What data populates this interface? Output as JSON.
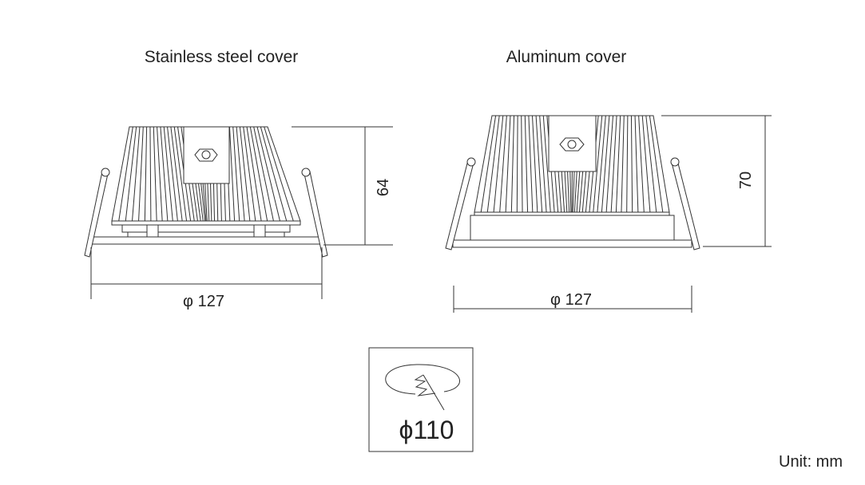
{
  "titles": {
    "stainless": "Stainless steel cover",
    "aluminum": "Aluminum cover"
  },
  "dimensions": {
    "stainless_height": "64",
    "stainless_diameter": "φ 127",
    "aluminum_height": "70",
    "aluminum_diameter": "φ 127"
  },
  "cutout": {
    "label": "ϕ110",
    "icon": "saw-cutout-icon"
  },
  "unit": "Unit: mm",
  "colors": {
    "line": "#333333",
    "text": "#222222"
  }
}
